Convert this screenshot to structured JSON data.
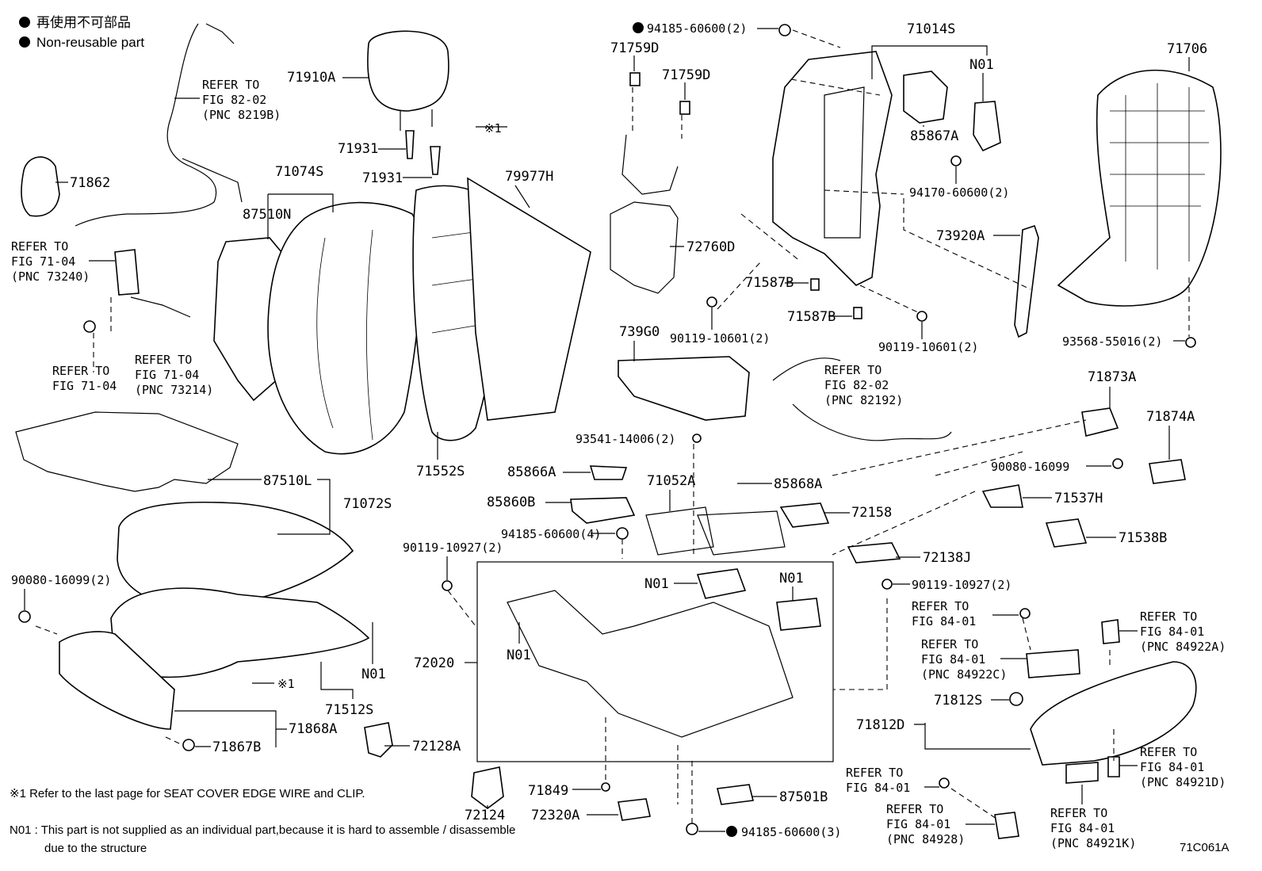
{
  "legend": {
    "line_jp": "再使用不可部品",
    "line_en": "Non-reusable part"
  },
  "parts": {
    "p71910A": "71910A",
    "p71931a": "71931",
    "p71931b": "71931",
    "p71862": "71862",
    "p71074S": "71074S",
    "p87510N": "87510N",
    "p79977H": "79977H",
    "p87510L": "87510L",
    "p71072S": "71072S",
    "p71552S": "71552S",
    "p90080_16099_2": "90080-16099(2)",
    "p71512S": "71512S",
    "p71868A": "71868A",
    "p71867B": "71867B",
    "p72128A": "72128A",
    "p72124": "72124",
    "p72320A": "72320A",
    "p71849": "71849",
    "p87501B": "87501B",
    "p94185_60600_3": "94185-60600(3)",
    "p94185_60600_2": "94185-60600(2)",
    "p71759D_a": "71759D",
    "p71759D_b": "71759D",
    "p72760D": "72760D",
    "p71014S": "71014S",
    "pN01_top": "N01",
    "p85867A": "85867A",
    "p94170_60600_2": "94170-60600(2)",
    "p71706": "71706",
    "p73920A": "73920A",
    "p93568_55016_2": "93568-55016(2)",
    "p71587B_a": "71587B",
    "p71587B_b": "71587B",
    "p90119_10601_2a": "90119-10601(2)",
    "p90119_10601_2b": "90119-10601(2)",
    "p739G0": "739G0",
    "p93541_14006_2": "93541-14006(2)",
    "p85866A": "85866A",
    "p71052A": "71052A",
    "p85868A": "85868A",
    "p85860B": "85860B",
    "p72158": "72158",
    "p94185_60600_4": "94185-60600(4)",
    "p90119_10927_2a": "90119-10927(2)",
    "p90119_10927_2b": "90119-10927(2)",
    "p72138J": "72138J",
    "pN01_mid_a": "N01",
    "pN01_mid_b": "N01",
    "pN01_left": "N01",
    "pN01_seat": "N01",
    "p72020": "72020",
    "p71873A": "71873A",
    "p71874A": "71874A",
    "p90080_16099": "90080-16099",
    "p71537H": "71537H",
    "p71538B": "71538B",
    "p71812S": "71812S",
    "p71812D": "71812D",
    "x1_a": "※1",
    "x1_b": "※1"
  },
  "refs": {
    "r1": [
      "REFER TO",
      "FIG 82-02",
      "(PNC 8219B)"
    ],
    "r2": [
      "REFER TO",
      "FIG 71-04",
      "(PNC 73240)"
    ],
    "r3": [
      "REFER TO",
      "FIG 71-04"
    ],
    "r4": [
      "REFER TO",
      "FIG 71-04",
      "(PNC 73214)"
    ],
    "r5": [
      "REFER TO",
      "FIG 82-02",
      "(PNC 82192)"
    ],
    "r6": [
      "REFER TO",
      "FIG 84-01"
    ],
    "r7": [
      "REFER TO",
      "FIG 84-01",
      "(PNC 84922C)"
    ],
    "r8": [
      "REFER TO",
      "FIG 84-01",
      "(PNC 84922A)"
    ],
    "r9": [
      "REFER TO",
      "FIG 84-01",
      "(PNC 84921D)"
    ],
    "r10": [
      "REFER TO",
      "FIG 84-01"
    ],
    "r11": [
      "REFER TO",
      "FIG 84-01",
      "(PNC 84928)"
    ],
    "r12": [
      "REFER TO",
      "FIG 84-01",
      "(PNC 84921K)"
    ]
  },
  "footnotes": {
    "x1": "※1  Refer to the last page for SEAT COVER EDGE WIRE and CLIP.",
    "n01_line1": "N01 : This part is not supplied as an individual part,because it is hard to assemble / disassemble",
    "n01_line2": "due to the structure"
  },
  "figure_code": "71C061A"
}
